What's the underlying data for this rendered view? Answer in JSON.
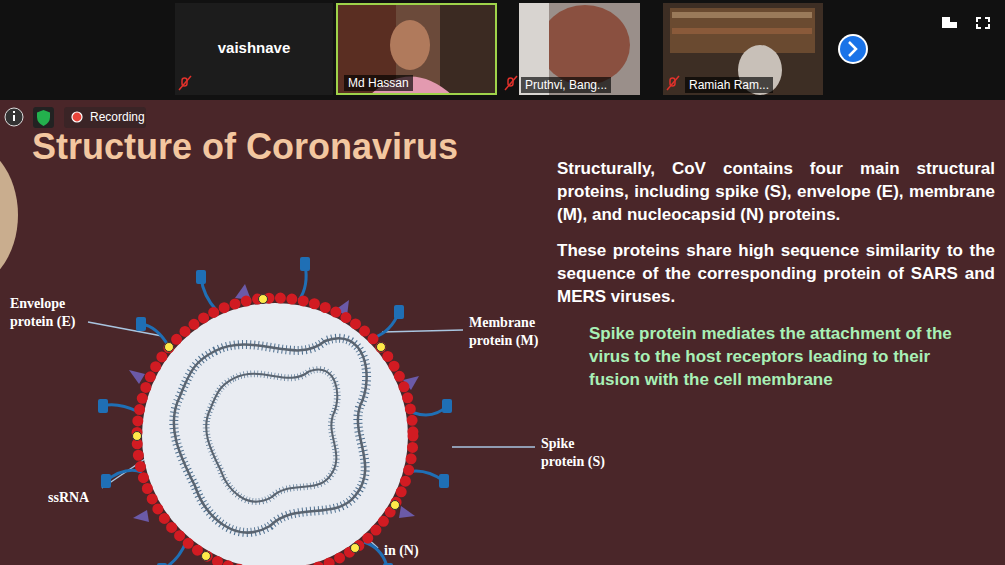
{
  "diagram": {
    "title": "Structure of Coronavirus",
    "nodes": [
      {
        "text": [
          "vaishnave"
        ]
      },
      {
        "text": [
          "Md Hassan"
        ]
      },
      {
        "text": [
          "Pruthvi, Bang..."
        ]
      },
      {
        "text": [
          "Ramiah Ram..."
        ]
      }
    ],
    "labels": [
      "Recording",
      "Structurally, CoV contains four main structural proteins, including spike (S), envelope (E), membrane (M), and nucleocapsid (N) proteins.",
      "These proteins share high sequence similarity to the sequence of the corresponding protein of SARS and MERS viruses.",
      "Spike protein mediates the attachment of the virus to the host receptors leading to their fusion with the cell membrane",
      "Envelope protein (E)",
      "Membrane protein (M)",
      "Spike protein (S)",
      "ssRNA",
      "in (N)"
    ]
  }
}
